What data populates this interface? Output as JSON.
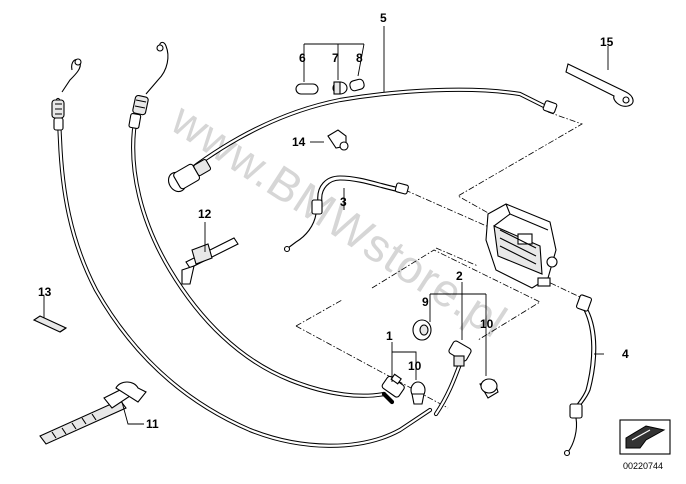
{
  "watermark": "www.BMWstore.pl",
  "figure_id": "00220744",
  "callouts": {
    "n1": "1",
    "n2": "2",
    "n3": "3",
    "n4": "4",
    "n5": "5",
    "n6": "6",
    "n7": "7",
    "n8": "8",
    "n9": "9",
    "n10a": "10",
    "n10b": "10",
    "n11": "11",
    "n12": "12",
    "n13": "13",
    "n14": "14",
    "n15": "15"
  }
}
